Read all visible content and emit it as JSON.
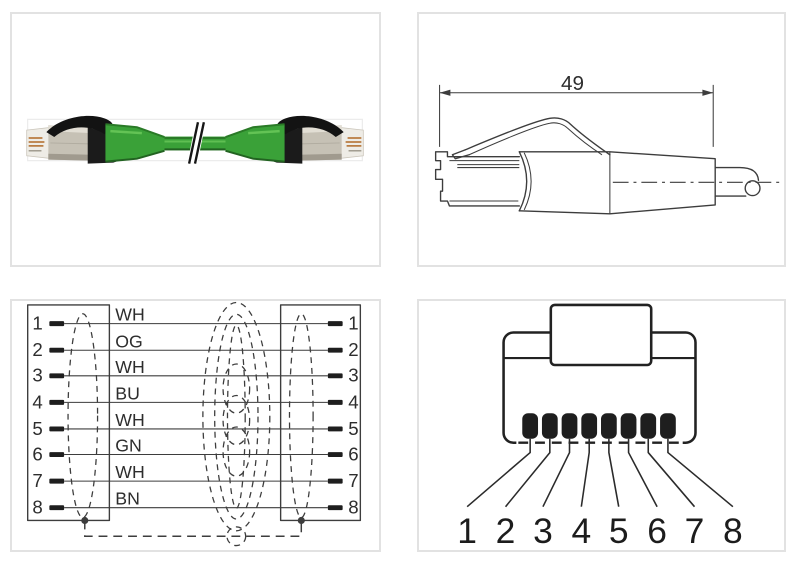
{
  "dimension_drawing": {
    "length_dimension": "49"
  },
  "wiring_diagram": {
    "left_connector_pins": [
      "1",
      "2",
      "3",
      "4",
      "5",
      "6",
      "7",
      "8"
    ],
    "right_connector_pins": [
      "1",
      "2",
      "3",
      "4",
      "5",
      "6",
      "7",
      "8"
    ],
    "wire_colors": [
      "WH",
      "OG",
      "WH",
      "BU",
      "WH",
      "GN",
      "WH",
      "BN"
    ]
  },
  "pinout_diagram": {
    "pin_labels": [
      "1",
      "2",
      "3",
      "4",
      "5",
      "6",
      "7",
      "8"
    ]
  },
  "colors": {
    "background": "#ffffff",
    "panel_border": "#e2e2e2",
    "drawing_line": "#3d3d3d",
    "pin_fill": "#1e1e1e",
    "cable_green": "#3aa138",
    "cable_green_dark": "#226321",
    "connector_black": "#1b1b1b",
    "connector_metal": "#c6c1b5"
  }
}
